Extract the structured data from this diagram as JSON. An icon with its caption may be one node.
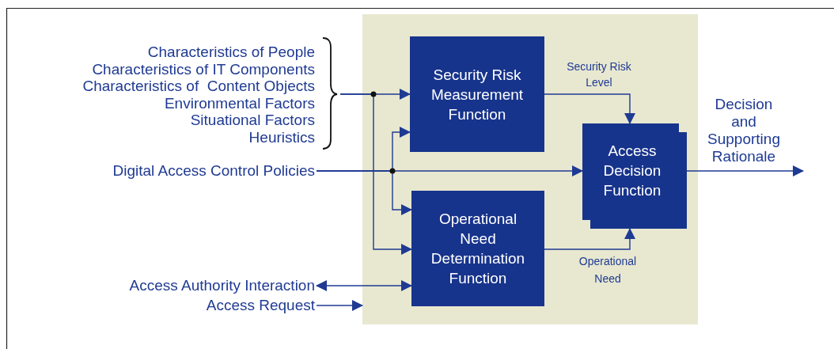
{
  "diagram": {
    "nodes": [
      {
        "text": [],
        "shape": "box"
      },
      {
        "text": [
          "Security Risk Measurement Function"
        ],
        "in": 0
      },
      {
        "text": [
          "Operational Need Determination Function"
        ],
        "in": 0
      },
      {
        "text": [
          "Access Decision Function"
        ],
        "in": 0
      },
      {
        "text": [
          "Characteristics of People",
          "Characteristics of IT Components",
          "Characteristics of  Content Objects",
          "Environmental Factors",
          "Situational Factors",
          "Heuristics"
        ]
      },
      {
        "text": [
          "Digital Access Control Policies"
        ]
      },
      {
        "text": [
          "Access Authority Interaction"
        ]
      },
      {
        "text": [
          "Access Request"
        ]
      }
    ],
    "edges": [
      {
        "from": 4,
        "to": 1,
        "arrow": "to"
      },
      {
        "from": 4,
        "to": 2,
        "arrow": "to"
      },
      {
        "from": 5,
        "to": 3,
        "arrow": "to"
      },
      {
        "from": 5,
        "to": 1,
        "arrow": "to"
      },
      {
        "from": 5,
        "to": 2,
        "arrow": "to"
      },
      {
        "from": 1,
        "to": 3,
        "arrow": "to",
        "label": "Security Risk Level"
      },
      {
        "from": 2,
        "to": 3,
        "arrow": "to",
        "label": "Operational Need"
      },
      {
        "from": 6,
        "to": 2,
        "arrow": "both"
      },
      {
        "from": 7,
        "to": 0,
        "arrow": "to"
      },
      {
        "from": 3,
        "to": null,
        "arrow": "to",
        "label": "Decision and Supporting Rationale"
      }
    ]
  }
}
